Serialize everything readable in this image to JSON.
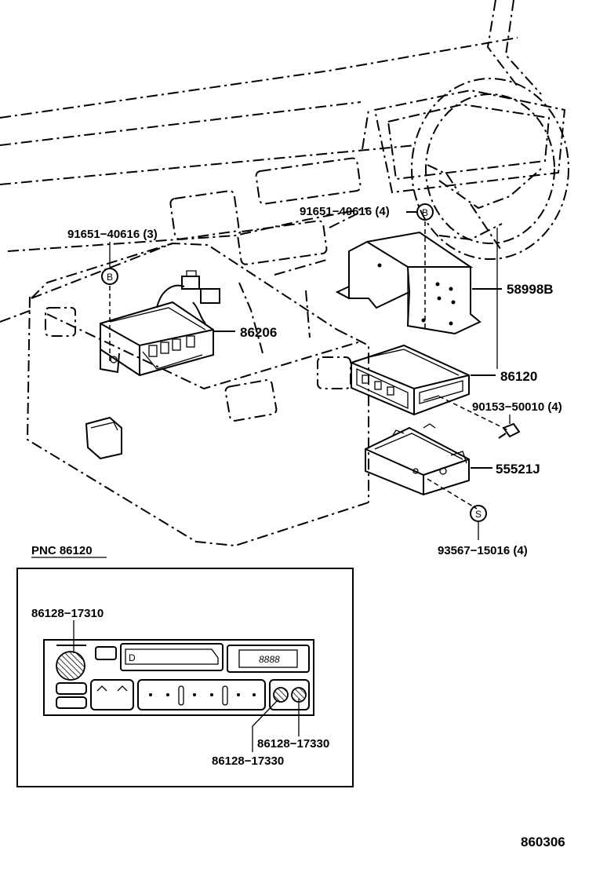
{
  "labels": {
    "bolt_b_left": "91651−40616 (3)",
    "bolt_b_right": "91651−40616 (4)",
    "bracket": "58998B",
    "radio": "86206",
    "receiver": "86120",
    "screw": "90153−50010 (4)",
    "case": "55521J",
    "nut": "93567−15016 (4)",
    "callout_b": "B",
    "callout_s": "S"
  },
  "inset": {
    "pnc": "PNC  86120",
    "knob_main": "86128−17310",
    "knob_right": "86128−17330",
    "knob_left": "86128−17330",
    "display": "8888",
    "slot": "D"
  },
  "figure_id": "860306"
}
